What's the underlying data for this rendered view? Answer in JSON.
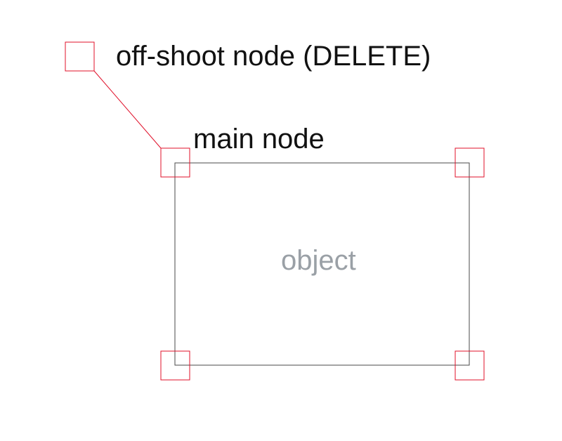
{
  "labels": {
    "offshoot_node": "off-shoot node (DELETE)",
    "main_node": "main node",
    "object": "object"
  },
  "colors": {
    "node_stroke": "#e0102a",
    "object_stroke": "#4a4a4a",
    "label_text": "#111111",
    "object_text": "#9aa0a6",
    "background": "#ffffff"
  }
}
